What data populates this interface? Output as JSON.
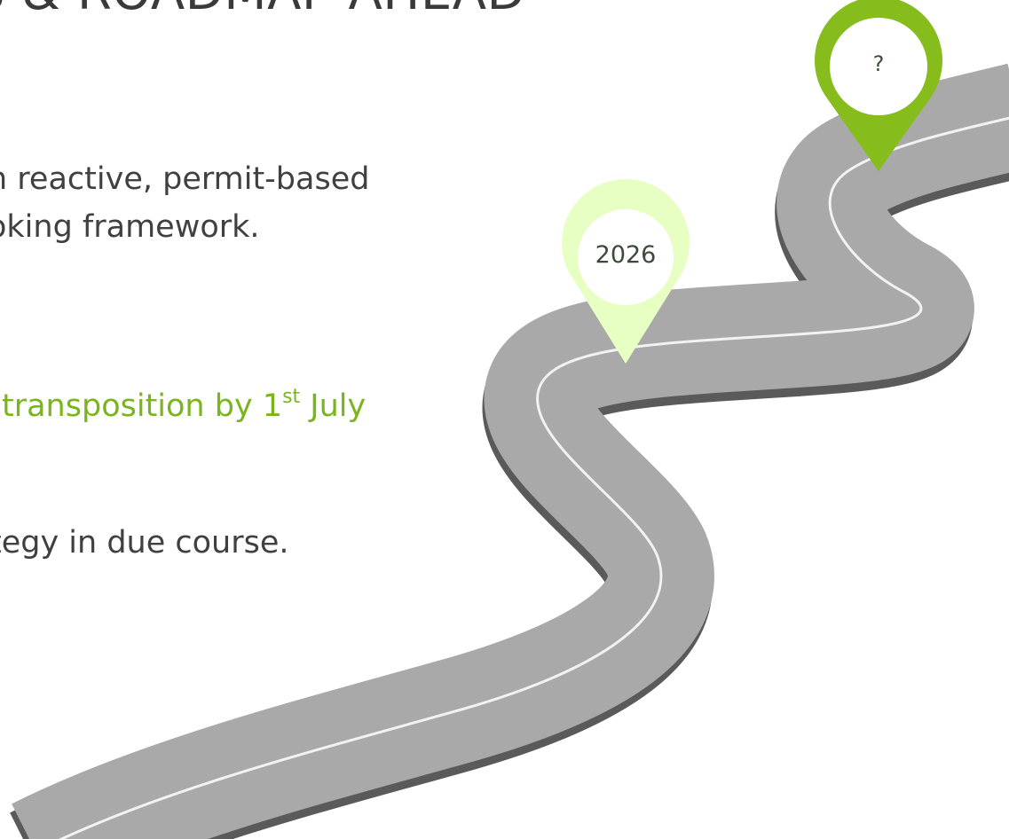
{
  "slide": {
    "title": "S & ROADMAP AHEAD",
    "lines": [
      "n reactive, permit-based",
      "oking framework.",
      "transposition by 1",
      "st",
      " July",
      "tegy in due course."
    ]
  },
  "pins": {
    "pin_2026": "2026",
    "pin_future": "?"
  },
  "colors": {
    "accent_green": "#7ab51d",
    "pin_green": "#86bc1b",
    "pin_light_green": "#e8ffc4",
    "road_gray": "#a9a9a9",
    "road_shadow": "#5a5a5a"
  }
}
